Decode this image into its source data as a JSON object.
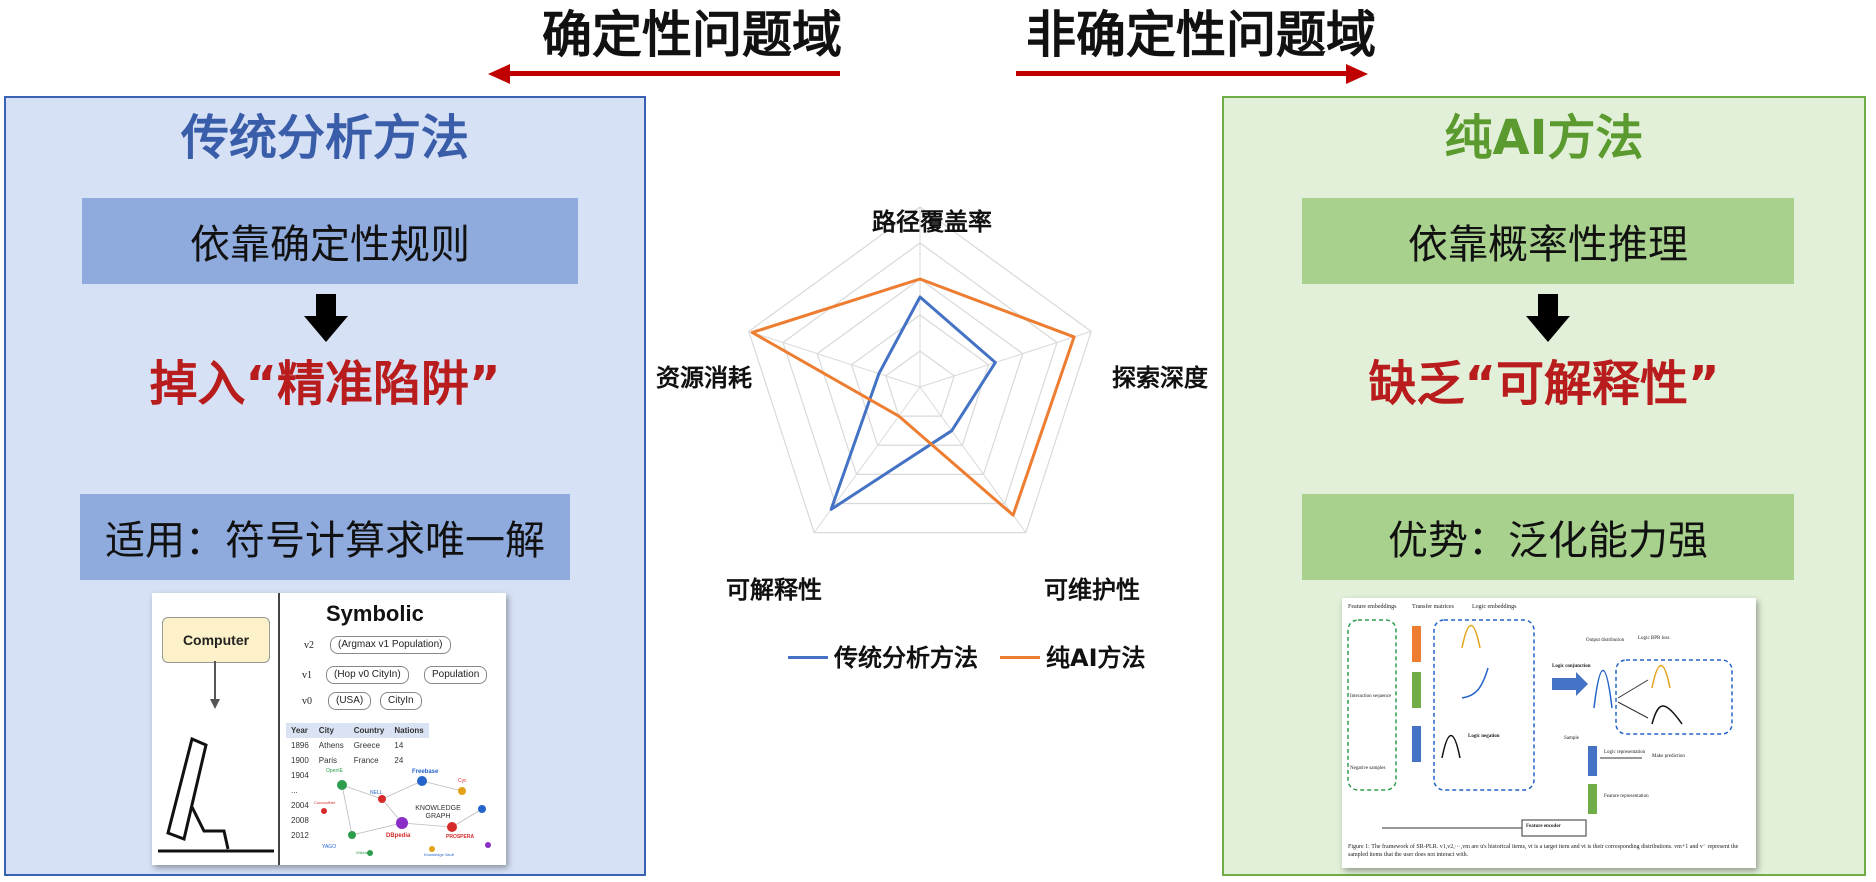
{
  "header": {
    "left_title": "确定性问题域",
    "right_title": "非确定性问题域"
  },
  "left_panel": {
    "title": "传统分析方法",
    "box1": "依靠确定性规则",
    "consequence": "掉入“精准陷阱”",
    "box2": "适用：符号计算求唯一解",
    "thumbnail": {
      "heading": "Symbolic",
      "computer_label": "Computer",
      "tree": {
        "v2": "v2",
        "v1": "v1",
        "v0": "v0",
        "node_argmax": "(Argmax v1 Population)",
        "node_hop": "(Hop v0 CityIn)",
        "node_population": "Population",
        "node_usa": "(USA)",
        "node_cityin": "CityIn"
      },
      "table_headers": [
        "Year",
        "City",
        "Country",
        "Nations"
      ],
      "table_rows": [
        [
          "1896",
          "Athens",
          "Greece",
          "14"
        ],
        [
          "1900",
          "Paris",
          "France",
          "24"
        ],
        [
          "1904",
          "",
          "",
          ""
        ],
        [
          "...",
          "",
          "",
          ""
        ],
        [
          "2004",
          "",
          "",
          ""
        ],
        [
          "2008",
          "",
          "",
          ""
        ],
        [
          "2012",
          "",
          "",
          ""
        ]
      ],
      "kg_label": "KNOWLEDGE GRAPH",
      "kg_nodes": [
        "OpenIE",
        "NELL",
        "Freebase",
        "Cyc",
        "DBpedia",
        "YAGO",
        "PROSPERA",
        "Wikidata",
        "Knowledge Vault",
        "ConceptNet"
      ]
    }
  },
  "right_panel": {
    "title": "纯AI方法",
    "box1": "依靠概率性推理",
    "consequence": "缺乏“可解释性”",
    "box2": "优势：泛化能力强",
    "thumbnail": {
      "labels": [
        "Feature embeddings",
        "Transfer matrices",
        "Logic embeddings",
        "Interaction sequence",
        "Negative samples",
        "Logic conjunction",
        "Logic negation",
        "Output distribution",
        "Logic BPR loss",
        "Sample",
        "Logic representation",
        "Feature representation",
        "Make prediction",
        "Feature encoder"
      ],
      "caption": "Figure 1: The framework of SR-PLR. v1,v2,···,vm are u's historical items, vt is a target item and vt is their corresponding distributions. vm+1 and v⁻ represent the sampled items that the user does not interact with."
    }
  },
  "colors": {
    "blue_series": "#4472c4",
    "orange_series": "#ed7d31",
    "left_title": "#3a5daa",
    "right_title": "#5b9a2e",
    "red": "#b91c1c",
    "arrow_red": "#c00000"
  },
  "chart_data": {
    "type": "radar",
    "axes": [
      "路径覆盖率",
      "探索深度",
      "可维护性",
      "可解释性",
      "资源消耗"
    ],
    "rmax": 5,
    "rings": 5,
    "series": [
      {
        "name": "传统分析方法",
        "values": [
          2.5,
          2.2,
          1.5,
          4.2,
          1.2
        ]
      },
      {
        "name": "纯AI方法",
        "values": [
          3.0,
          4.5,
          4.4,
          1.0,
          4.9
        ]
      }
    ]
  }
}
